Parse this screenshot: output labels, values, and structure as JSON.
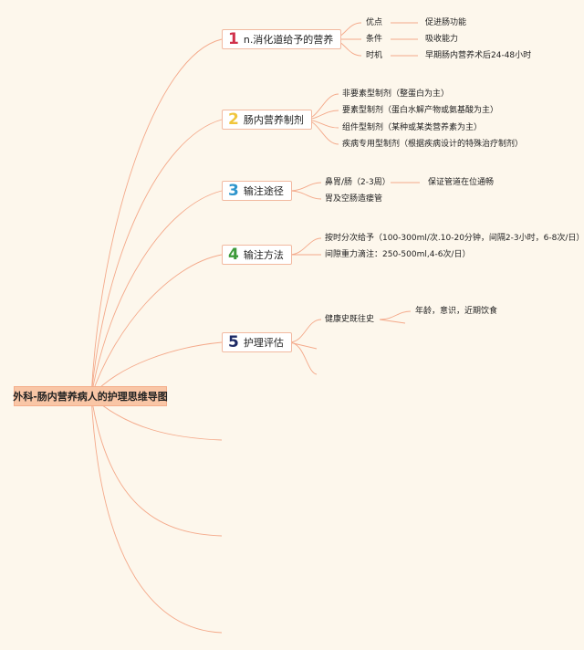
{
  "root": {
    "label": "外科-肠内营养病人的护理思维导图"
  },
  "branches": [
    {
      "number": "1",
      "color": "#d0304a",
      "label": "n.消化道给予的营养",
      "children": [
        {
          "label": "优点",
          "detail": "促进肠功能"
        },
        {
          "label": "条件",
          "detail": "吸收能力"
        },
        {
          "label": "时机",
          "detail": "早期肠内营养术后24-48小时"
        }
      ]
    },
    {
      "number": "2",
      "color": "#f0c63c",
      "label": "肠内营养制剂",
      "children": [
        {
          "label": "非要素型制剂（整蛋白为主）"
        },
        {
          "label": "要素型制剂（蛋白水解产物或氨基酸为主）"
        },
        {
          "label": "组件型制剂（某种或某类营养素为主）"
        },
        {
          "label": "疾病专用型制剂（根据疾病设计的特殊治疗制剂）"
        }
      ]
    },
    {
      "number": "3",
      "color": "#2e95cc",
      "label": "输注途径",
      "children": [
        {
          "label": "鼻胃/肠（2-3周）",
          "detail": "保证管道在位通畅"
        },
        {
          "label": "胃及空肠造瘘管"
        }
      ]
    },
    {
      "number": "4",
      "color": "#3d9a3a",
      "label": "输注方法",
      "children": [
        {
          "label": "按时分次给予（100-300ml/次.10-20分钟，间隔2-3小时，6-8次/日）"
        },
        {
          "label": "间隙重力滴注：250-500ml,4-6次/日）"
        }
      ]
    },
    {
      "number": "5",
      "color": "#1d2a66",
      "label": "护理评估",
      "children": [
        {
          "label": "健康史既往史",
          "detail": "年龄，意识，近期饮食"
        }
      ]
    }
  ]
}
